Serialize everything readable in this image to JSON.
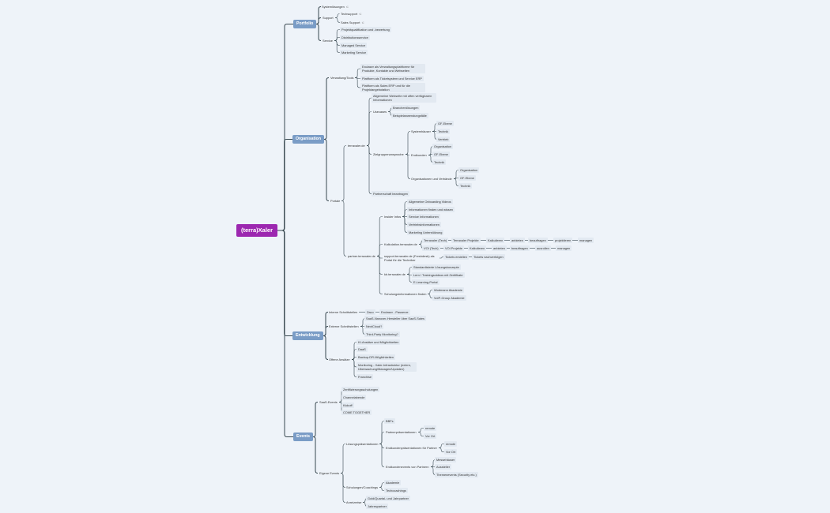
{
  "root": "(terra)Xaler",
  "main": {
    "portfolio": "Portfolio",
    "organisation": "Organisation",
    "entwicklung": "Entwicklung",
    "events": "Events"
  },
  "portfolio": {
    "lizenzen": "Systemlösungen",
    "support": "Support",
    "tech_support": "Techsupport",
    "sales_support": "Sales Support",
    "service": "Service",
    "s1": "Projektqualifikation und -bewertung",
    "s2": "Distributionsservice",
    "s3": "Managed Service",
    "s4": "Marketing Service"
  },
  "organisation": {
    "verwaltung": "Verwaltung/Tools",
    "v1": "Exclaser als Verwaltungsplattforme für Produkte, Kontakte und Webseiten",
    "v2": "Plattform als Ticketsystem und Service ERP",
    "v3": "Plattform als Sales ERP und für die Projektangebotation",
    "portale": "Portale",
    "terraxaler": "terraxaler.de",
    "allg": "Allgemeine Webseite mit offen verfügbaren Informationen",
    "usecases": "Usecases",
    "uc1": "Branchenlösungen",
    "uc2": "Beispielanwendungsfälle",
    "zielgruppe": "Zielgruppenansprache",
    "systemhaus": "Systemhäuser",
    "sh1": "GF-Ebene",
    "sh2": "Technik",
    "sh3": "Vertrieb",
    "endkunden": "Endkunden",
    "ek1": "Organisation",
    "ek2": "GF-Ebene",
    "ek3": "Technik",
    "orgverb": "Organisationen und Verbände",
    "ov1": "Organisation",
    "ov2": "GF-Ebene",
    "ov3": "Technik",
    "partnerschaft": "Partnerschaft beantragen",
    "partner": "partner.terraxaler.de",
    "insider": "Insider Infos",
    "i1": "Allgemeine Onboarding Videos",
    "i2": "Informationen finden und wissen",
    "i3": "Service Informationen",
    "i4": "Vertriebsinformationen",
    "i5": "Marketing Unterstützung",
    "kalk": "Kalkulation.terraxaler.de",
    "k_a": [
      "Terraxaler (Tech)",
      "Terraxaler Projekte",
      "Kalkulieren",
      "anbieten",
      "beauftragen",
      "projektieren",
      "managen"
    ],
    "k_b": [
      "VOI (Tech)",
      "VOI Projekte",
      "Kalkulieren",
      "anbieten",
      "beauftragen",
      "ausrollen",
      "managen"
    ],
    "supportportal": "support.terraxaler.de (Freshdesk) als Portal für die Techniker",
    "sp1": "Tickets erstellen",
    "sp2": "Tickets nachverfolgen",
    "kb": "kb.terraxaler.de",
    "kb1": "Standardisierte Lösungskonzepte",
    "kb2": "Lern / Trainingsvideos mit Zertifikate",
    "kb3": "E-Learning-Portal",
    "schulung": "Schulungsinformationen finden",
    "sc1": "Wortmann Akademie",
    "sc2": "VoIP-Group Akademie"
  },
  "entwicklung": {
    "interne": "Interne Schnittstellen",
    "zaco": "Zaco",
    "exclaser": "Exclaser - Passerve",
    "externe": "Externe Schnittstellen",
    "e1": "SaaS-Nanoxer-Hersteller über SaaS-Sales",
    "e2": "NextCloud?",
    "e3": "Third-Party Monitoring?",
    "offene": "Offene Ansätze",
    "o1": "KI-Ansätze und Möglichkeiten",
    "o2": "DaaS",
    "o3": "Backup-DR-Möglichkeiten",
    "o4": "Monitoring - Xaler-Infrastruktur (extern, Überwachung/Managen/Updaten)",
    "o5": "Franchise"
  },
  "events": {
    "saas": "SaaS-Events",
    "se1": "Zertifizierungsschulungen",
    "se2": "Channelabende",
    "se3": "Kickoff",
    "se4": "COME TOGETHER",
    "eigene": "Eigene Events",
    "loesung": "Lösungspräsentationen",
    "l1": "BBFs",
    "l2": "Partnerpräsentationen",
    "l2a": "remote",
    "l2b": "Vor Ort",
    "l3": "Endkundenpräsentationen für Partner",
    "l3a": "remote",
    "l3b": "Vor Ort",
    "l4": "Endkundenevents von Partnern",
    "l4a": "Messehäuser",
    "l4b": "Aussteller",
    "l4c": "Themenevents (Security etc.)",
    "schul": "Schulungen/Coachings",
    "sc1": "Akademie",
    "sc2": "Techcoachings",
    "anreize": "Anreizreise",
    "a1": "Gold/Quartal- und Jahrpartner",
    "a2": "Jahrespartner"
  },
  "colors": {
    "root": "#9c27b0",
    "main": "#7a9cc6",
    "line": "#37474f",
    "leaf_bg": "#e2e9f1"
  }
}
